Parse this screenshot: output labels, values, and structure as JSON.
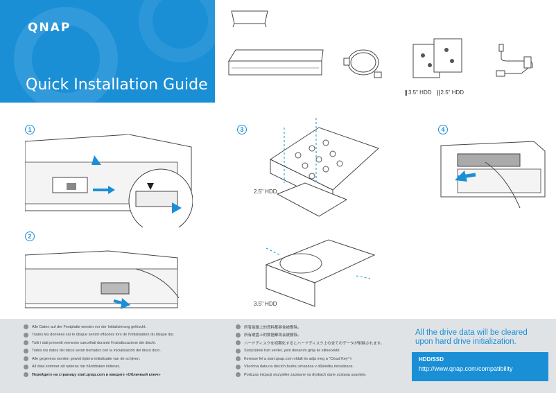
{
  "brand": {
    "logo": "QNAP",
    "title": "Quick Installation Guide"
  },
  "steps": [
    "1",
    "2",
    "3",
    "4"
  ],
  "hdd_labels": {
    "small": "2.5\" HDD",
    "large": "3.5\" HDD"
  },
  "legend": {
    "hdd35": "3.5\" HDD",
    "hdd25": "2.5\" HDD"
  },
  "warnings_left": [
    "Alle Daten auf der Festplatte werden vor der Initialisierung gelöscht.",
    "Toutes les données sur le disque seront effacées lors de l'initialisation du disque dur.",
    "Tutti i dati presenti verranno cancellati durante l'inizializzazione dei dischi.",
    "Todos los datos del disco serán borrados con la inicialización del disco duro.",
    "Alle gegevens worden gewist tijdens initialisatie van de schijven.",
    "All data kommer att raderas när hårddisken initieras.",
    "Перейдите на страницу start.qnap.com и введите «Облачный ключ»"
  ],
  "warnings_right": [
    "所有磁碟上的資料都將會被刪除。",
    "所有硬盘上的数据都将会被删除。",
    "ハードディスクを初期化するとハードディスク上の全てのデータが削除されます。",
    "Sürücüdeki tüm veriler, yeni donanım girişi ile silinecektir.",
    "Keresse fel a start.qnap.com oldalt és adja meg a \"Cloud Key\"-t",
    "Všechna data na discích budou smazána v důsledku inicializace.",
    "Podczas inicjacji wszystkie zapisane na dyskach dane zostaną usunięte."
  ],
  "notice": "All the drive data will be cleared upon hard drive initialization.",
  "compatibility": {
    "title": "HDD/SSD",
    "url": "http://www.qnap.com/compatibility"
  },
  "colors": {
    "accent": "#1a8fd6",
    "footer_bg": "#dfe3e6"
  }
}
